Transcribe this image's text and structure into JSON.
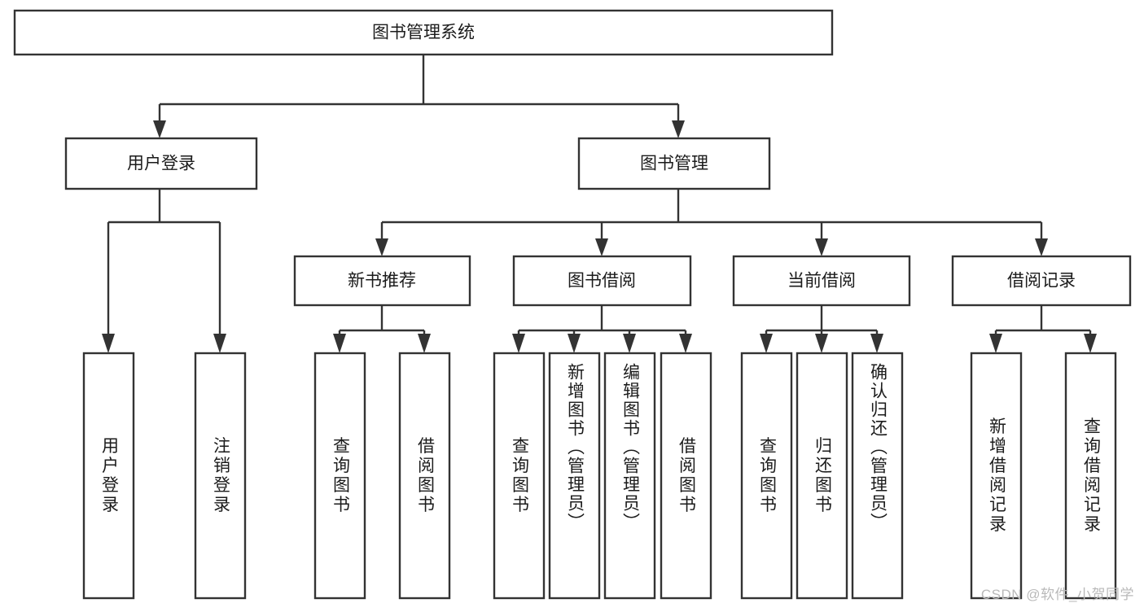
{
  "diagram": {
    "type": "tree",
    "title": "图书管理系统",
    "watermark": "CSDN @软件_小贺同学",
    "root": {
      "id": "root",
      "label": "图书管理系统",
      "orientation": "horizontal"
    },
    "level2": [
      {
        "id": "user-login",
        "label": "用户登录",
        "orientation": "horizontal"
      },
      {
        "id": "book-manage",
        "label": "图书管理",
        "orientation": "horizontal"
      }
    ],
    "level3": [
      {
        "id": "new-book-recommend",
        "label": "新书推荐",
        "parent": "book-manage",
        "orientation": "horizontal"
      },
      {
        "id": "book-borrow",
        "label": "图书借阅",
        "parent": "book-manage",
        "orientation": "horizontal"
      },
      {
        "id": "current-borrow",
        "label": "当前借阅",
        "parent": "book-manage",
        "orientation": "horizontal"
      },
      {
        "id": "borrow-record",
        "label": "借阅记录",
        "parent": "book-manage",
        "orientation": "horizontal"
      }
    ],
    "leaves": [
      {
        "id": "leaf-user-login",
        "label": "用户登录",
        "parent": "user-login",
        "orientation": "vertical"
      },
      {
        "id": "leaf-user-logout",
        "label": "注销登录",
        "parent": "user-login",
        "orientation": "vertical"
      },
      {
        "id": "leaf-query-book-1",
        "label": "查询图书",
        "parent": "new-book-recommend",
        "orientation": "vertical"
      },
      {
        "id": "leaf-borrow-book-1",
        "label": "借阅图书",
        "parent": "new-book-recommend",
        "orientation": "vertical"
      },
      {
        "id": "leaf-query-book-2",
        "label": "查询图书",
        "parent": "book-borrow",
        "orientation": "vertical"
      },
      {
        "id": "leaf-add-book",
        "label": "新增图书（管理员）",
        "parent": "book-borrow",
        "orientation": "vertical"
      },
      {
        "id": "leaf-edit-book",
        "label": "编辑图书（管理员）",
        "parent": "book-borrow",
        "orientation": "vertical"
      },
      {
        "id": "leaf-borrow-book-2",
        "label": "借阅图书",
        "parent": "book-borrow",
        "orientation": "vertical"
      },
      {
        "id": "leaf-query-book-3",
        "label": "查询图书",
        "parent": "current-borrow",
        "orientation": "vertical"
      },
      {
        "id": "leaf-return-book",
        "label": "归还图书",
        "parent": "current-borrow",
        "orientation": "vertical"
      },
      {
        "id": "leaf-confirm-return",
        "label": "确认归还（管理员）",
        "parent": "current-borrow",
        "orientation": "vertical"
      },
      {
        "id": "leaf-add-record",
        "label": "新增借阅记录",
        "parent": "borrow-record",
        "orientation": "vertical"
      },
      {
        "id": "leaf-query-record",
        "label": "查询借阅记录",
        "parent": "borrow-record",
        "orientation": "vertical"
      }
    ],
    "colors": {
      "background": "#ffffff",
      "box_fill": "#ffffff",
      "stroke": "#333333",
      "text": "#1b1b1b",
      "watermark": "#b9b9b9"
    }
  }
}
